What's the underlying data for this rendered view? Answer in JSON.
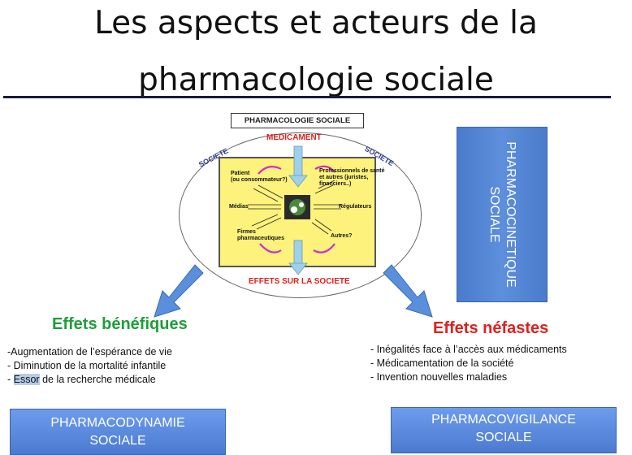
{
  "title": {
    "line1": "Les aspects et acteurs de la",
    "line2": "pharmacologie sociale"
  },
  "diagram": {
    "header": "PHARMACOLOGIE SOCIALE",
    "medicament": "MEDICAMENT",
    "societe_left": "SOCIETE",
    "societe_right": "SOCIETE",
    "effets": "EFFETS SUR LA SOCIETE",
    "actors": {
      "patient_1": "Patient",
      "patient_2": "(ou consommateur?)",
      "pros_1": "Professionnels de santé",
      "pros_2": "et autres (juristes,",
      "pros_3": "financiers..)",
      "medias": "Médias",
      "regulateurs": "Régulateurs",
      "firmes_1": "Firmes",
      "firmes_2": "pharmaceutiques",
      "autres": "Autres?"
    }
  },
  "pk_box": {
    "line1": "PHARMACOCINETIQUE",
    "line2": "SOCIALE"
  },
  "benefits": {
    "heading": "Effets bénéfiques",
    "items": [
      "-Augmentation de l’espérance de vie",
      "- Diminution de la mortalité infantile",
      "Essor",
      " de la recherche médicale"
    ],
    "item3_prefix": "- "
  },
  "harms": {
    "heading": "Effets néfastes",
    "items": [
      "- Inégalités face à l’accès aux médicaments",
      "- Médicamentation de la société",
      "- Invention nouvelles maladies"
    ]
  },
  "pd_box": {
    "line1": "PHARMACODYNAMIE",
    "line2": "SOCIALE"
  },
  "pv_box": {
    "line1": "PHARMACOVIGILANCE",
    "line2": "SOCIALE"
  },
  "colors": {
    "green": "#1e9e3a",
    "red": "#e0201c",
    "box_blue": "#4b7ad0"
  }
}
